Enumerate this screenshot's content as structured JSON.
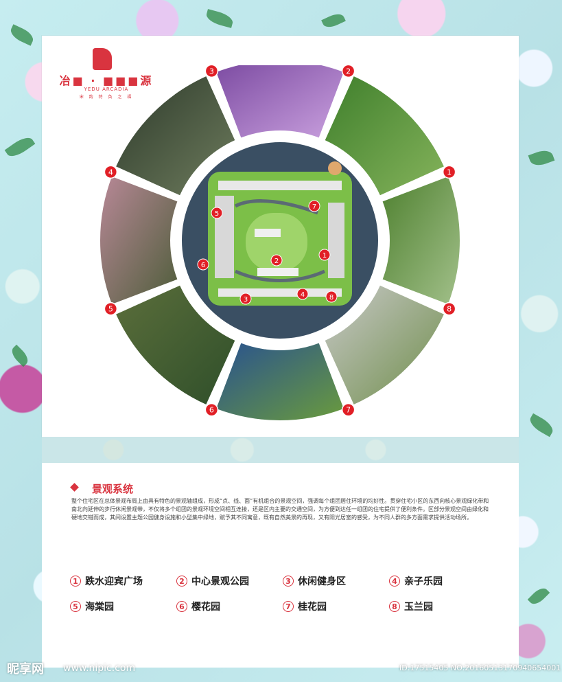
{
  "logo": {
    "title": "冶■ · ■■■源",
    "subtitle": "YEDU ARCADIA",
    "tagline": "宋 韵 特 奂 之 福"
  },
  "section": {
    "title": "景观系统",
    "description": "整个住宅区在总体景观布局上由具有特色的景观轴组成，形成“点、线、面”有机组合的景观空间，强调每个组团居住环境的均好性。贯穿住宅小区的东西向核心景观绿化带和南北向延伸的步行休闲景观带，不仅将多个组团的景观环境空间相互连接，还是区内主要的交通空间，为方便到达任一组团的住宅提供了便利条件。区部分景观空间由绿化和硬地交错而成，其间设置主题公园健身设施和小型集中绿地，赋予其不同寓意，既有自然美景的再现，又有阳光居室的感受，为不同人群的多方面需求提供活动场所。"
  },
  "legend": [
    {
      "num": "1",
      "label": "跌水迎宾广场"
    },
    {
      "num": "2",
      "label": "中心景观公园"
    },
    {
      "num": "3",
      "label": "休闲健身区"
    },
    {
      "num": "4",
      "label": "亲子乐园"
    },
    {
      "num": "5",
      "label": "海棠园"
    },
    {
      "num": "6",
      "label": "樱花园"
    },
    {
      "num": "7",
      "label": "桂花园"
    },
    {
      "num": "8",
      "label": "玉兰园"
    }
  ],
  "map_markers": [
    "1",
    "2",
    "3",
    "4",
    "5",
    "6",
    "7",
    "8"
  ],
  "footer": {
    "brand": "昵享网",
    "url": "www.nipic.com",
    "id": "ID:17515405 NO:20160513170940654001"
  },
  "colors": {
    "accent": "#d9343f",
    "marker": "#e11f26"
  }
}
